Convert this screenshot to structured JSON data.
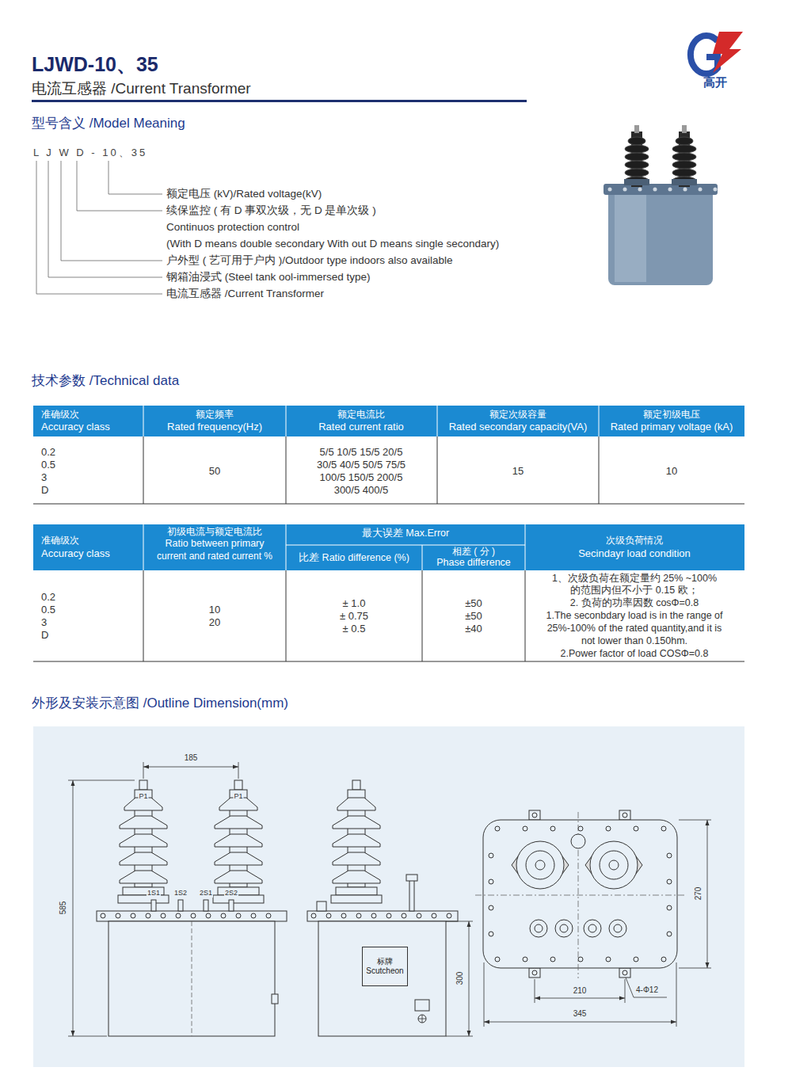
{
  "diagram": {
    "title": "LJWD-10、35",
    "nodes": [
      {
        "text": [
          "标牌",
          "Scutcheon"
        ]
      }
    ],
    "labels": [
      "电流互感器 /Current Transformer",
      "高开",
      "型号含义 /Model Meaning",
      "L J W D - 10、35",
      "额定电压 (kV)/Rated voltage(kV)",
      "续保监控 ( 有 D 事双次级，无 D 是单次级 )",
      "Continuos protection control",
      "(With D means double secondary With out D means single secondary)",
      "户外型 ( 艺可用于户内 )/Outdoor type indoors also available",
      "钢箱油浸式 (Steel tank ool-immersed type)",
      "电流互感器 /Current Transformer",
      "技术参数 /Technical data",
      "准确级次",
      "Accuracy class",
      "额定频率",
      "Rated frequency(Hz)",
      "额定电流比",
      "Rated current ratio",
      "额定次级容量",
      "Rated secondary capacity(VA)",
      "额定初级电压",
      "Rated primary voltage (kA)",
      "0.2",
      "0.5",
      "3",
      "D",
      "50",
      "5/5 10/5 15/5 20/5",
      "30/5 40/5 50/5 75/5",
      "100/5 150/5 200/5",
      "300/5 400/5",
      "15",
      "10",
      "准确级次",
      "Accuracy class",
      "初级电流与额定电流比",
      "Ratio between primary",
      "current and rated current %",
      "最大误差 Max.Error",
      "比差 Ratio difference (%)",
      "相差 ( 分 )",
      "Phase difference",
      "次级负荷情况",
      "Secindayr load condition",
      "0.2",
      "0.5",
      "3",
      "D",
      "10",
      "20",
      "± 1.0",
      "± 0.75",
      "± 0.5",
      "±50",
      "±50",
      "±40",
      "1、次级负荷在额定量约 25% ~100%",
      "的范围内但不小于 0.15 欧；",
      "2. 负荷的功率因数 cosΦ=0.8",
      "1.The seconbdary load is in the range of",
      "25%-100% of the rated quantity,and it is",
      "not lower than 0.150hm.",
      "2.Power factor of load COSΦ=0.8",
      "外形及安装示意图 /Outline Dimension(mm)",
      "185",
      "P1",
      "P1",
      "1S1",
      "1S2",
      "2S1",
      "2S2",
      "585",
      "300",
      "270",
      "210",
      "345",
      "4-Φ12"
    ]
  }
}
